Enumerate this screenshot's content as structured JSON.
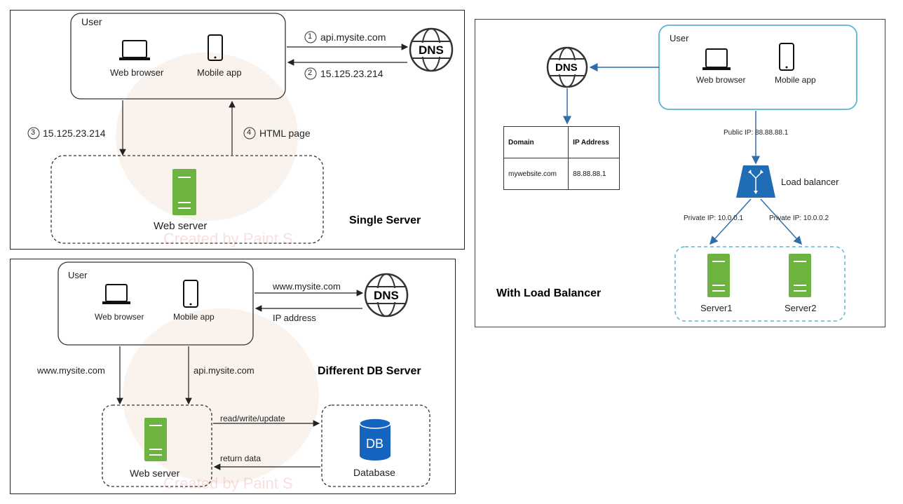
{
  "single": {
    "user_label": "User",
    "web_browser": "Web browser",
    "mobile_app": "Mobile app",
    "step1": "api.mysite.com",
    "step1_num": "1",
    "step2": "15.125.23.214",
    "step2_num": "2",
    "step3": "15.125.23.214",
    "step3_num": "3",
    "step4": "HTML page",
    "step4_num": "4",
    "dns": "DNS",
    "web_server": "Web server",
    "title": "Single Server",
    "watermark": "Created by Paint S"
  },
  "dbserver": {
    "user_label": "User",
    "web_browser": "Web browser",
    "mobile_app": "Mobile app",
    "request": "www.mysite.com",
    "response": "IP address",
    "dns": "DNS",
    "left_arrow": "www.mysite.com",
    "right_arrow": "api.mysite.com",
    "title": "Different DB Server",
    "read_write": "read/write/update",
    "return_data": "return data",
    "web_server": "Web server",
    "db_icon_text": "DB",
    "database": "Database",
    "watermark": "Created by Paint S"
  },
  "loadbalancer": {
    "user_label": "User",
    "web_browser": "Web browser",
    "mobile_app": "Mobile app",
    "dns": "DNS",
    "table_headers": [
      "Domain",
      "IP Address"
    ],
    "table_rows": [
      [
        "mywebsite.com",
        "88.88.88.1"
      ]
    ],
    "public_ip": "Public IP: 88.88.88.1",
    "load_balancer": "Load balancer",
    "private_ip_1": "Private IP: 10.0.0.1",
    "private_ip_2": "Private IP: 10.0.0.2",
    "server1": "Server1",
    "server2": "Server2",
    "title": "With Load Balancer"
  },
  "colors": {
    "server_green": "#6db33f",
    "lb_blue": "#1f6db5",
    "arrow_blue": "#2f6ea8",
    "user_box_blue": "#5ab4d6",
    "db_blue": "#1565c0"
  }
}
